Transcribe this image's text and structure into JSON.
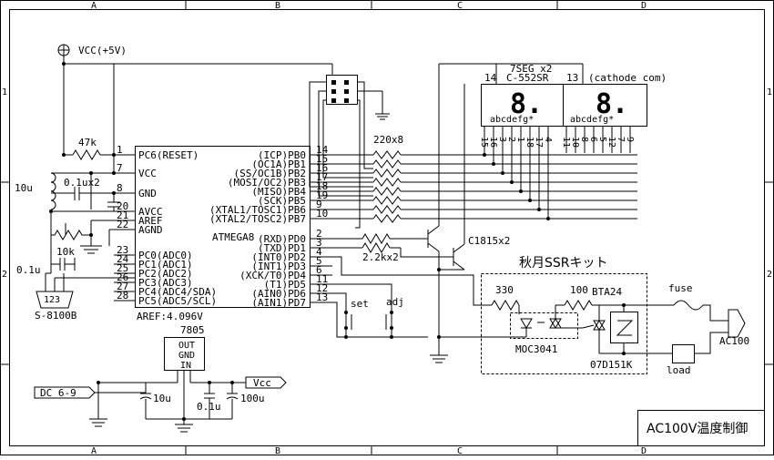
{
  "frame": {
    "cols_top": [
      "A",
      "B",
      "C",
      "D"
    ],
    "cols_bottom": [
      "A",
      "B",
      "C",
      "D"
    ],
    "rows_left": [
      "1",
      "2"
    ],
    "rows_right": [
      "1",
      "2"
    ]
  },
  "title_block": {
    "title": "AC100V温度制御"
  },
  "power": {
    "vcc_label": "VCC(+5V)"
  },
  "mcu": {
    "name": "ATMEGA8",
    "aref_note": "AREF:4.096V",
    "left_pins": [
      {
        "num": "1",
        "label": "PC6(RESET)"
      },
      {
        "num": "7",
        "label": "VCC"
      },
      {
        "num": "8",
        "label": "GND"
      },
      {
        "num": "20",
        "label": "AVCC"
      },
      {
        "num": "21",
        "label": "AREF"
      },
      {
        "num": "22",
        "label": "AGND"
      },
      {
        "num": "23",
        "label": "PC0(ADC0)"
      },
      {
        "num": "24",
        "label": "PC1(ADC1)"
      },
      {
        "num": "25",
        "label": "PC2(ADC2)"
      },
      {
        "num": "26",
        "label": "PC3(ADC3)"
      },
      {
        "num": "27",
        "label": "PC4(ADC4/SDA)"
      },
      {
        "num": "28",
        "label": "PC5(ADC5/SCL)"
      }
    ],
    "right_pins": [
      {
        "num": "14",
        "label": "(ICP)PB0"
      },
      {
        "num": "15",
        "label": "(OC1A)PB1"
      },
      {
        "num": "16",
        "label": "(SS/OC1B)PB2"
      },
      {
        "num": "17",
        "label": "(MOSI/OC2)PB3"
      },
      {
        "num": "18",
        "label": "(MISO)PB4"
      },
      {
        "num": "19",
        "label": "(SCK)PB5"
      },
      {
        "num": "9",
        "label": "(XTAL1/TOSC1)PB6"
      },
      {
        "num": "10",
        "label": "(XTAL2/TOSC2)PB7"
      },
      {
        "num": "2",
        "label": "(RXD)PD0"
      },
      {
        "num": "3",
        "label": "(TXD)PD1"
      },
      {
        "num": "4",
        "label": "(INT0)PD2"
      },
      {
        "num": "5",
        "label": "(INT1)PD3"
      },
      {
        "num": "6",
        "label": "(XCK/T0)PD4"
      },
      {
        "num": "11",
        "label": "(T1)PD5"
      },
      {
        "num": "12",
        "label": "(AIN0)PD6"
      },
      {
        "num": "13",
        "label": "(AIN1)PD7"
      }
    ]
  },
  "components": {
    "r_pullup": "47k",
    "c_bypass": "0.1ux2",
    "inductor": "10u",
    "pot": "10k",
    "c_ref": "0.1u",
    "sensor": "S-8100B",
    "sensor_pins": "123",
    "res_array": "220x8",
    "base_res": "2.2kx2",
    "transistor": "C1815x2",
    "sw_set": "set",
    "sw_adj": "adj"
  },
  "display": {
    "label": "7SEG x2",
    "part": "C-552SR",
    "note": "(cathode com)",
    "pin14": "14",
    "pin13": "13",
    "digit_glyph": "8.",
    "seg_row": "abcdefg*",
    "left_pins": [
      "15",
      "16",
      "3",
      "2",
      "1",
      "18",
      "17",
      "4"
    ],
    "right_pins": [
      "11",
      "10",
      "8",
      "6",
      "5",
      "12",
      "7",
      "9"
    ]
  },
  "ssr": {
    "kit_label": "秋月SSRキット",
    "r1": "330",
    "r2": "100",
    "triac": "BTA24",
    "opto": "MOC3041",
    "varistor": "07D151K",
    "fuse": "fuse",
    "load": "load",
    "ac": "AC100"
  },
  "regulator": {
    "name": "7805",
    "pins": [
      "OUT",
      "GND",
      "IN"
    ],
    "in_label": "DC 6-9",
    "out_label": "Vcc",
    "c_in": "10u",
    "c_mid": "0.1u",
    "c_out": "100u"
  }
}
